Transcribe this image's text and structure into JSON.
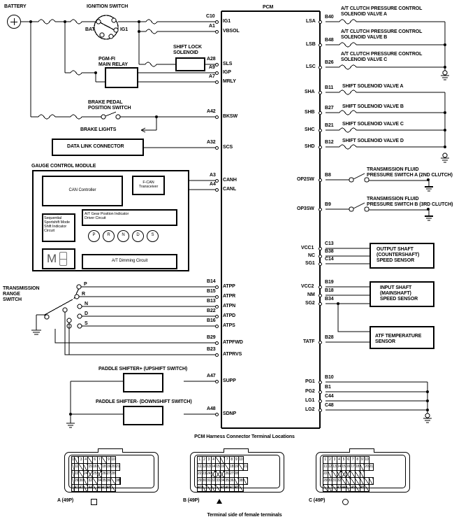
{
  "diagram": {
    "title": "PCM",
    "footer_note": "PCM Harness Connector Terminal Locations",
    "terminal_side_note": "Terminal side of female terminals"
  },
  "left_components": {
    "battery": "BATTERY",
    "ignition_switch": "IGNITION SWITCH",
    "ignition_bat": "BAT",
    "ignition_ig1": "IG1",
    "shift_lock_solenoid": "SHIFT LOCK\nSOLENOID",
    "pgmfi_main_relay": "PGM-FI\nMAIN RELAY",
    "brake_pedal_switch": "BRAKE PEDAL\nPOSITION SWITCH",
    "brake_lights": "BRAKE LIGHTS",
    "data_link_connector": "DATA LINK CONNECTOR",
    "gauge_control_module": "GAUGE CONTROL MODULE",
    "can_controller": "CAN Controller",
    "fcan_transceiver": "F-CAN\nTransceiver",
    "sequential_circuit": "Sequential\nSportshift Mode\nShift Indicator\nCircuit",
    "gear_indicator_driver": "A/T Gear Position Indicator\nDriver Circuit",
    "dimming_circuit": "A/T Dimming Circuit",
    "gear_letters": [
      "P",
      "R",
      "N",
      "D",
      "S"
    ],
    "display_m": "M",
    "transmission_range_switch": "TRANSMISSION\nRANGE\nSWITCH",
    "range_positions": [
      "P",
      "R",
      "N",
      "D",
      "S"
    ],
    "paddle_up": "PADDLE SHIFTER+ (UPSHIFT SWITCH)",
    "paddle_down": "PADDLE SHIFTER- (DOWNSHIFT SWITCH)"
  },
  "left_terminals": [
    {
      "pin": "C10",
      "name": "IG1"
    },
    {
      "pin": "A1",
      "name": "VBSOL"
    },
    {
      "pin": "A28",
      "name": "SLS"
    },
    {
      "pin": "A9",
      "name": "IGP"
    },
    {
      "pin": "A7",
      "name": "MRLY"
    },
    {
      "pin": "A42",
      "name": "BKSW"
    },
    {
      "pin": "A32",
      "name": "SCS"
    },
    {
      "pin": "A3",
      "name": "CANH"
    },
    {
      "pin": "A4",
      "name": "CANL"
    },
    {
      "pin": "B14",
      "name": "ATPP"
    },
    {
      "pin": "B15",
      "name": "ATPR"
    },
    {
      "pin": "B13",
      "name": "ATPN"
    },
    {
      "pin": "B22",
      "name": "ATPD"
    },
    {
      "pin": "B16",
      "name": "ATPS"
    },
    {
      "pin": "B29",
      "name": "ATPFWD"
    },
    {
      "pin": "B23",
      "name": "ATPRVS"
    },
    {
      "pin": "A47",
      "name": "SUPP"
    },
    {
      "pin": "A48",
      "name": "SDNP"
    }
  ],
  "right_terminals": [
    {
      "name": "LSA",
      "pin": "B40"
    },
    {
      "name": "LSB",
      "pin": "B48"
    },
    {
      "name": "LSC",
      "pin": "B26"
    },
    {
      "name": "SHA",
      "pin": "B11"
    },
    {
      "name": "SHB",
      "pin": "B27"
    },
    {
      "name": "SHC",
      "pin": "B21"
    },
    {
      "name": "SHD",
      "pin": "B12"
    },
    {
      "name": "OP2SW",
      "pin": "B8"
    },
    {
      "name": "OP3SW",
      "pin": "B9"
    },
    {
      "name": "VCC1",
      "pin": "C13"
    },
    {
      "name": "NC",
      "pin": "B38"
    },
    {
      "name": "SG1",
      "pin": "C14"
    },
    {
      "name": "VCC2",
      "pin": "B19"
    },
    {
      "name": "NM",
      "pin": "B18"
    },
    {
      "name": "SG2",
      "pin": "B34"
    },
    {
      "name": "TATF",
      "pin": "B28"
    },
    {
      "name": "PG1",
      "pin": "B10"
    },
    {
      "name": "PG2",
      "pin": "B1"
    },
    {
      "name": "LG1",
      "pin": "C44"
    },
    {
      "name": "LG2",
      "pin": "C48"
    }
  ],
  "right_components": {
    "clutch_a": "A/T CLUTCH PRESSURE CONTROL\nSOLENOID VALVE A",
    "clutch_b": "A/T CLUTCH PRESSURE CONTROL\nSOLENOID VALVE B",
    "clutch_c": "A/T CLUTCH PRESSURE CONTROL\nSOLENOID VALVE C",
    "shift_a": "SHIFT SOLENOID VALVE A",
    "shift_b": "SHIFT SOLENOID VALVE B",
    "shift_c": "SHIFT SOLENOID VALVE C",
    "shift_d": "SHIFT SOLENOID VALVE D",
    "press_sw_a": "TRANSMISSION FLUID\nPRESSURE SWITCH A (2ND CLUTCH)",
    "press_sw_b": "TRANSMISSION FLUID\nPRESSURE SWITCH B (3RD CLUTCH)",
    "output_shaft_sensor": "OUTPUT SHAFT\n(COUNTERSHAFT)\nSPEED SENSOR",
    "input_shaft_sensor": "INPUT SHAFT\n(MAINSHAFT)\nSPEED SENSOR",
    "atf_temp_sensor": "ATF TEMPERATURE\nSENSOR"
  },
  "connectors": [
    {
      "label": "A (49P)",
      "shape": "square",
      "rows": [
        [
          "1",
          "x",
          "3",
          "4",
          "x",
          "6",
          "7",
          "x",
          "9",
          "10"
        ],
        [
          "x",
          "11",
          "x",
          "x",
          "15",
          "16",
          "x",
          "18",
          "19",
          "20",
          "21"
        ],
        [
          "x",
          "22",
          "x",
          "24",
          "xx",
          "25",
          "xx",
          "26",
          "27",
          "28"
        ],
        [
          "x",
          "29",
          "30",
          "x",
          "32",
          "x",
          "34",
          "35",
          "36",
          "x",
          "38",
          "x"
        ],
        [
          "x",
          "41",
          "42",
          "x",
          "44",
          "x",
          "46",
          "47",
          "48",
          "x"
        ]
      ]
    },
    {
      "label": "B (49P)",
      "shape": "triangle",
      "rows": [
        [
          "1",
          "2",
          "3",
          "4",
          "x",
          "x",
          "7",
          "8",
          "9",
          "10"
        ],
        [
          "11",
          "12",
          "13",
          "14",
          "15",
          "16",
          "x",
          "18",
          "19",
          "x",
          "21"
        ],
        [
          "22",
          "23",
          "24",
          "xx",
          "xx",
          "xx",
          "26",
          "27",
          "28"
        ],
        [
          "29",
          "30",
          "31",
          "32",
          "33",
          "34",
          "35",
          "36",
          "x",
          "38",
          "x"
        ],
        [
          "40",
          "x",
          "x",
          "x",
          "x",
          "45",
          "46",
          "47",
          "48",
          "x"
        ]
      ]
    },
    {
      "label": "C (49P)",
      "shape": "circle",
      "rows": [
        [
          "1",
          "2",
          "3",
          "4",
          "5",
          "6",
          "7",
          "8",
          "9",
          "10"
        ],
        [
          "11",
          "12",
          "13",
          "14",
          "15",
          "16",
          "17",
          "18",
          "x",
          "20",
          "21"
        ],
        [
          "22",
          "x",
          "x",
          "xx",
          "xx",
          "xx",
          "x",
          "x",
          "x"
        ],
        [
          "29",
          "30",
          "31",
          "32",
          "x",
          "x",
          "x",
          "x",
          "x",
          "x",
          "x"
        ],
        [
          "x",
          "x",
          "x",
          "43",
          "44",
          "x",
          "46",
          "x",
          "48",
          "x"
        ]
      ]
    }
  ]
}
